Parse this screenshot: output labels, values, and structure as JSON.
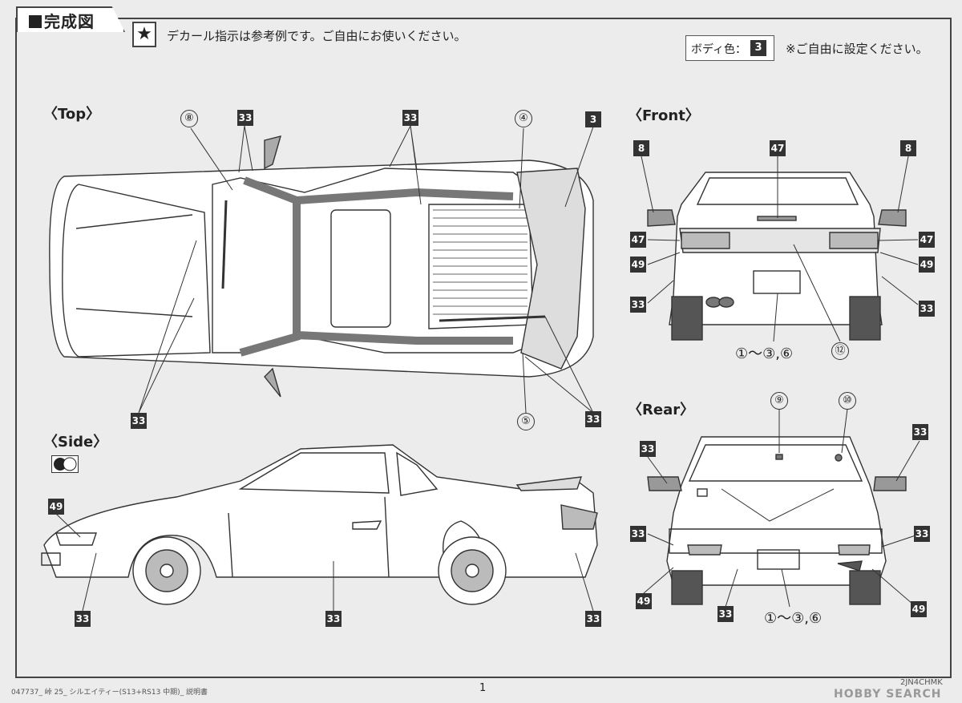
{
  "header": {
    "title": "完成図",
    "star_icon": "star-icon",
    "decal_note": "デカール指示は参考例です。ご自由にお使いください。",
    "body_color_label": "ボディ色：",
    "body_color_number": "3",
    "free_setting_note": "※ご自由に設定ください。"
  },
  "views": {
    "top": "〈Top〉",
    "front": "〈Front〉",
    "side": "〈Side〉",
    "rear": "〈Rear〉"
  },
  "parts": {
    "p3": "3",
    "p8": "8",
    "p33": "33",
    "p47": "47",
    "p49": "49"
  },
  "decals": {
    "d4": "④",
    "d5": "⑤",
    "d8": "⑧",
    "d9": "⑨",
    "d10": "⑩",
    "d12": "⑫",
    "plates": "①～③,⑥"
  },
  "footer": {
    "doc": "047737_ 峠 25_ シルエイティー(S13+RS13 中期)_ 説明書",
    "page": "1",
    "code": "2JN4CHMK",
    "watermark": "HOBBY SEARCH"
  }
}
